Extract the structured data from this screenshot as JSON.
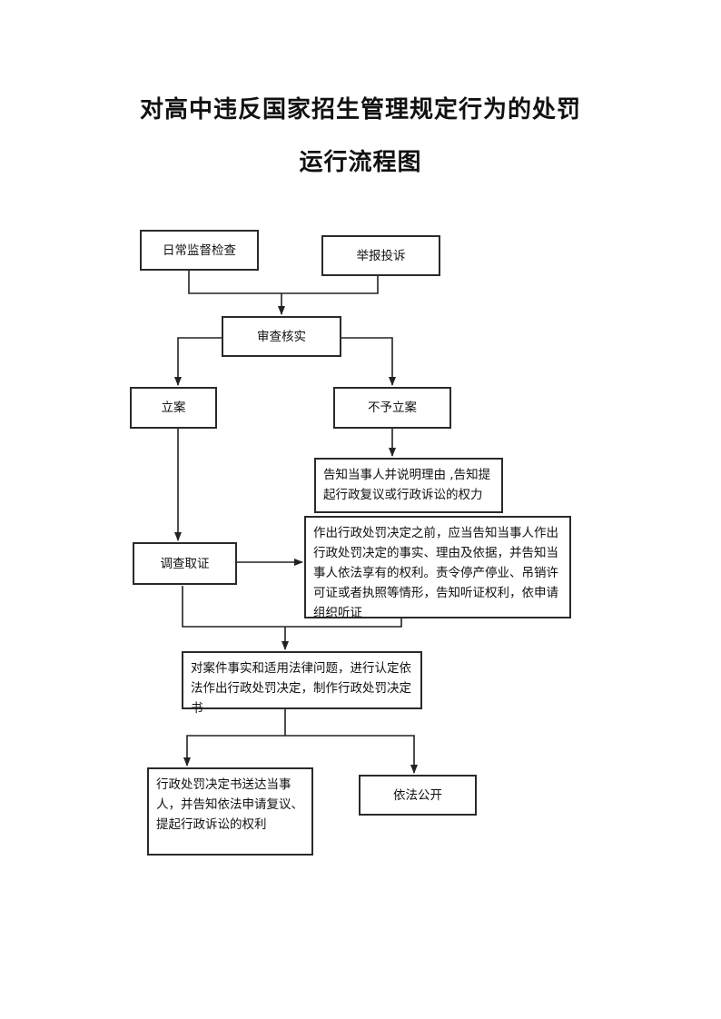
{
  "title": {
    "line1": "对高中违反国家招生管理规定行为的处罚",
    "line2": "运行流程图"
  },
  "nodes": {
    "daily_inspection": "日常监督检查",
    "report_complaint": "举报投诉",
    "review_verify": "审查核实",
    "file_case": "立案",
    "no_case": "不予立案",
    "notify_reason": "告知当事人并说明理由 ,告知提起行政复议或行政诉讼的权力",
    "investigate": "调查取证",
    "pre_decision_notice": "作出行政处罚决定之前，应当告知当事人作出行政处罚决定的事实、理由及依据，并告知当事人依法享有的权利。责令停产停业、吊销许可证或者执照等情形，告知听证权利，依申请组织听证",
    "decide": "对案件事实和适用法律问题，进行认定依法作出行政处罚决定，制作行政处罚决定书",
    "deliver": "行政处罚决定书送达当事人，并告知依法申请复议、提起行政诉讼的权利",
    "publicize": "依法公开"
  }
}
